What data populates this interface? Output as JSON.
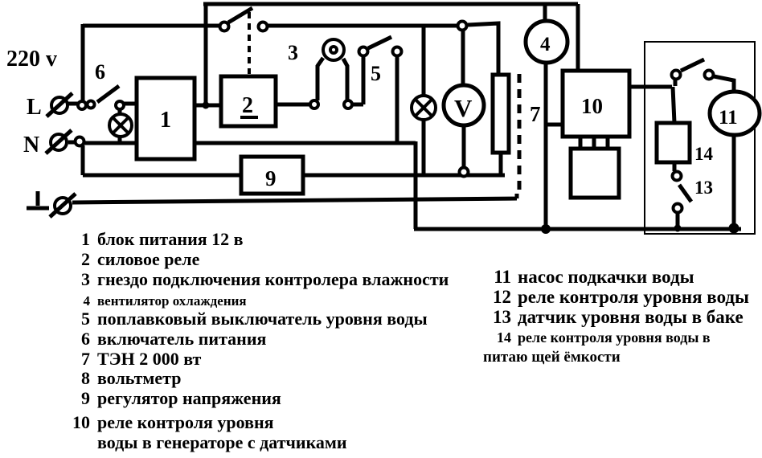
{
  "voltage_label": "220 v",
  "schematic": {
    "terminal_live": "L",
    "terminal_neutral": "N",
    "comp1": "1",
    "comp2": "2",
    "comp3": "3",
    "comp4": "4",
    "comp5": "5",
    "comp6": "6",
    "comp7": "7",
    "comp9": "9",
    "comp10": "10",
    "comp11": "11",
    "comp13": "13",
    "comp14": "14",
    "voltmeter_letter": "V"
  },
  "legend": {
    "left": [
      {
        "num": "1",
        "text": "блок питания 12 в"
      },
      {
        "num": "2",
        "text": "силовое реле"
      },
      {
        "num": "3",
        "text": "гнездо подключения контролера влажности"
      },
      {
        "num": "4",
        "text": "вентилятор охлаждения"
      },
      {
        "num": "5",
        "text": "поплавковый выключатель уровня воды"
      },
      {
        "num": "6",
        "text": "включатель питания"
      },
      {
        "num": "7",
        "text": "ТЭН 2 000 вт"
      },
      {
        "num": "8",
        "text": "вольтметр"
      },
      {
        "num": "9",
        "text": "регулятор напряжения"
      },
      {
        "num": "10",
        "text": "реле контроля уровня",
        "text2": "воды в генераторе с датчиками"
      }
    ],
    "right": [
      {
        "num": "11",
        "text": "насос подкачки воды"
      },
      {
        "num": "12",
        "text": "реле контроля уровня воды"
      },
      {
        "num": "13",
        "text": "датчик уровня воды в баке"
      },
      {
        "num": "14",
        "text": "реле контроля уровня воды в",
        "text2": "питаю щей ёмкости"
      }
    ]
  },
  "colors": {
    "ink": "#000000",
    "background": "#ffffff"
  }
}
